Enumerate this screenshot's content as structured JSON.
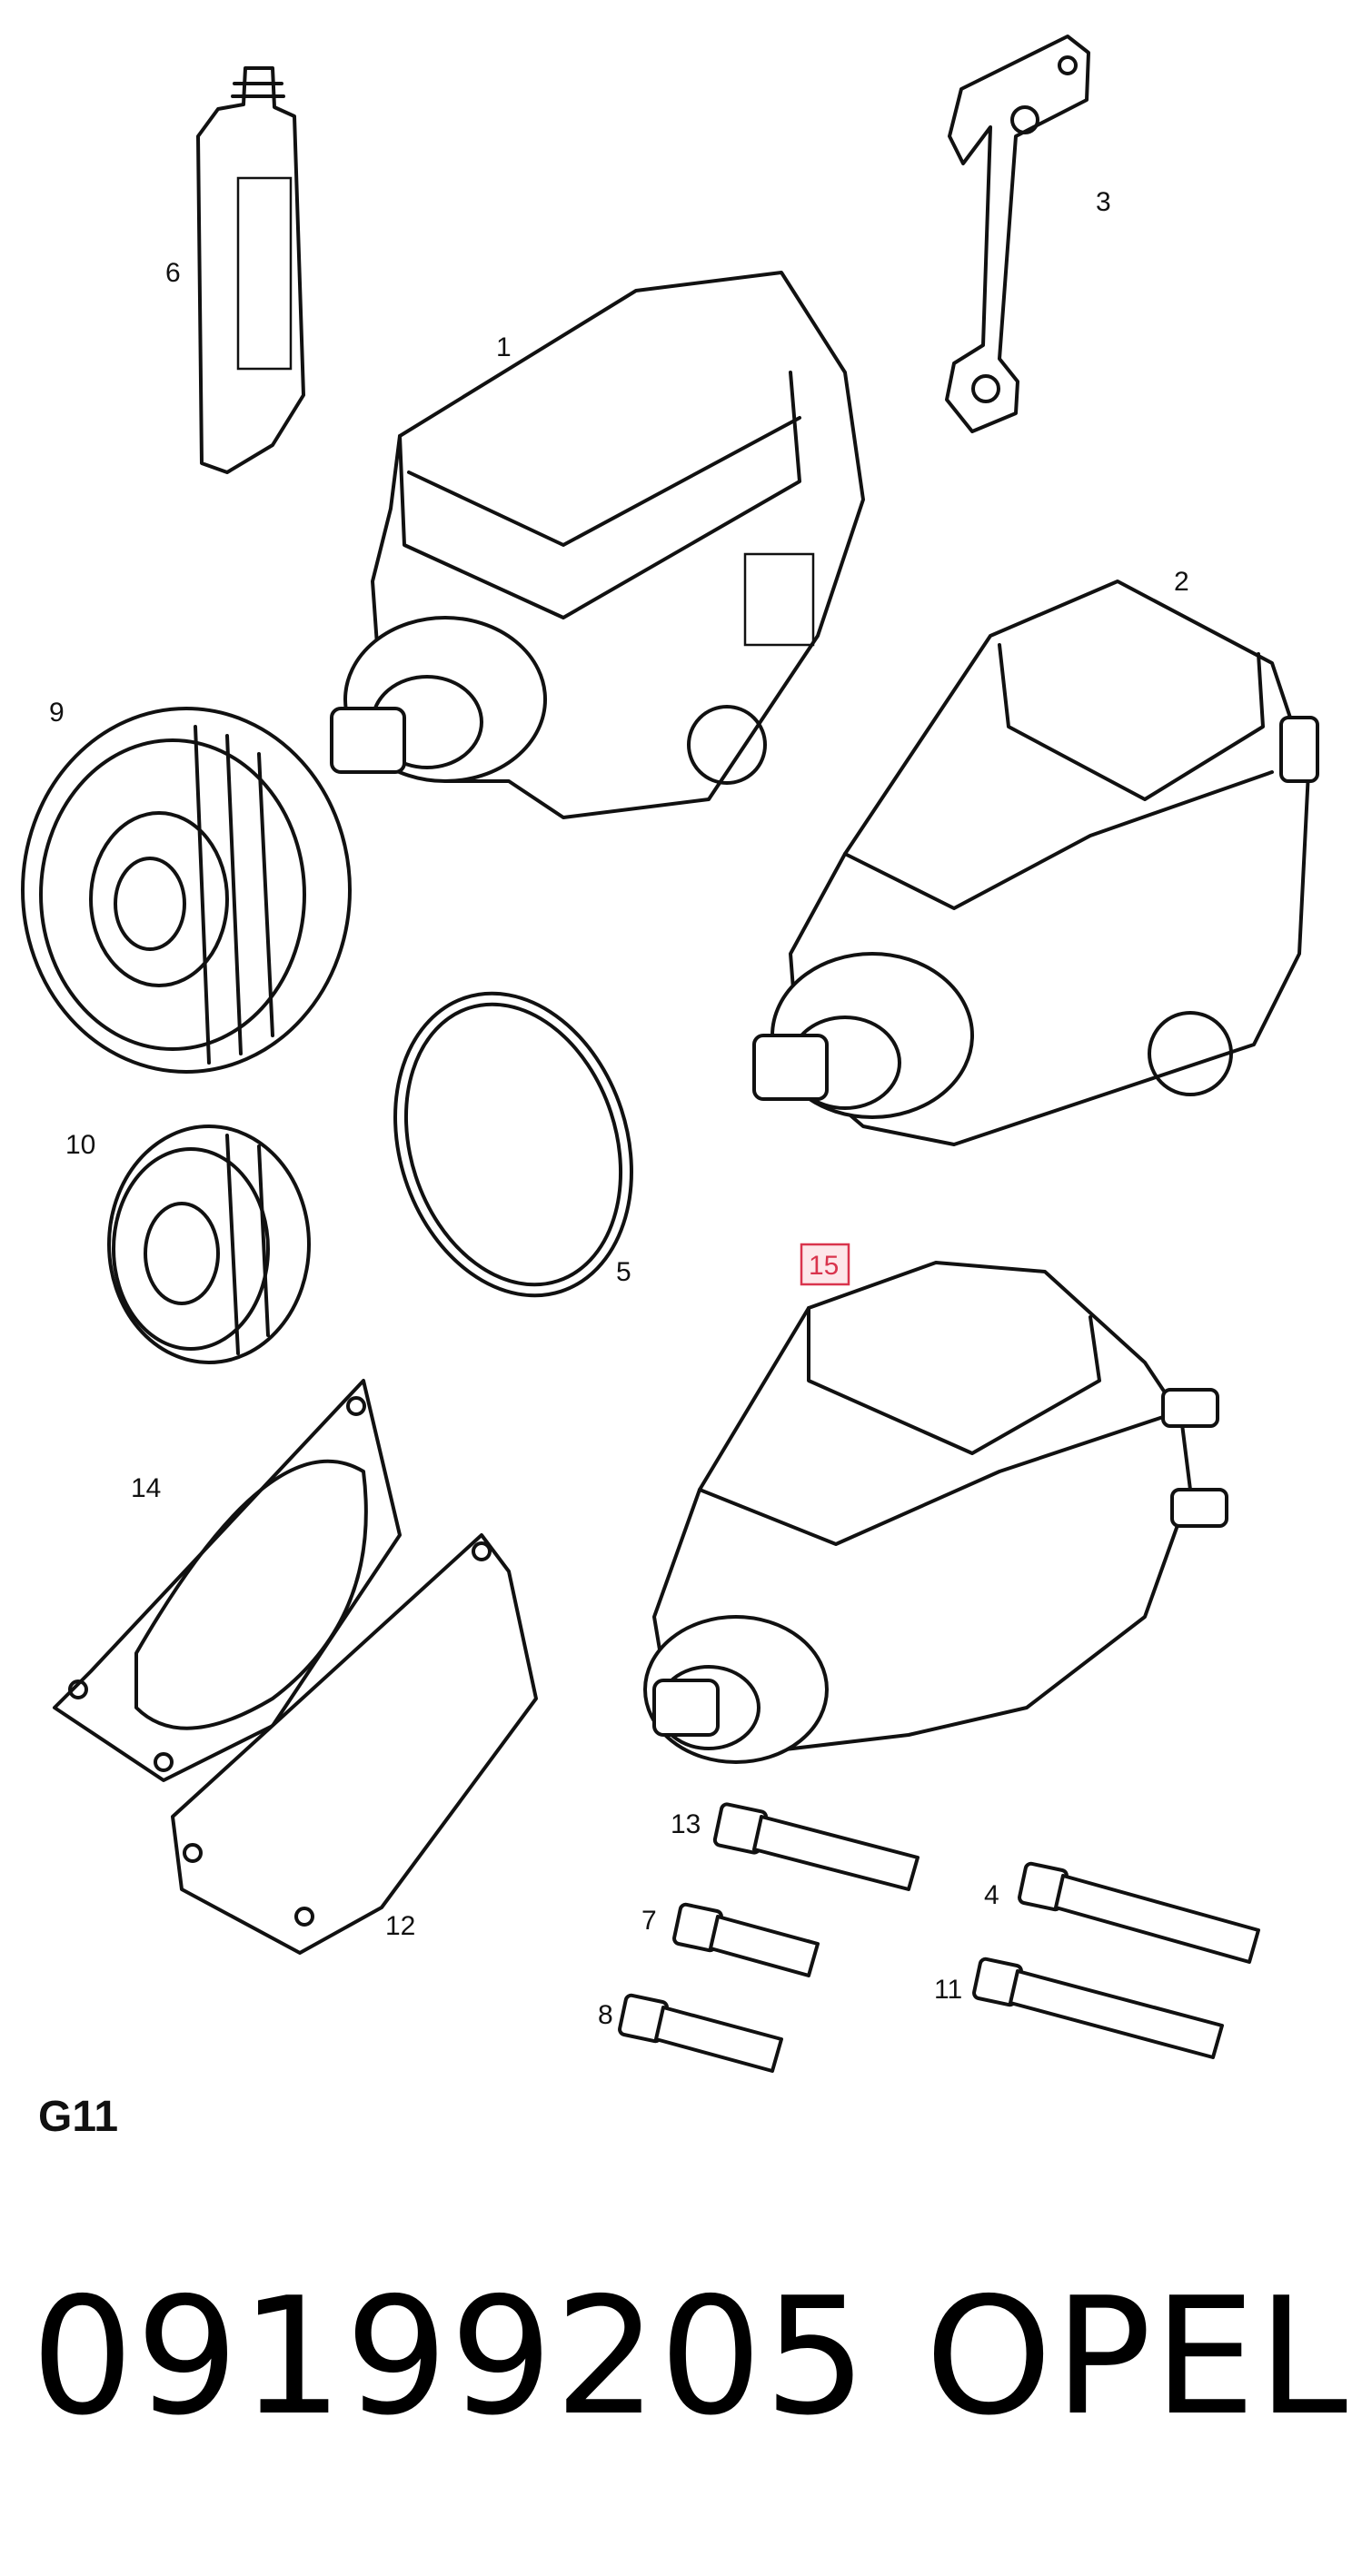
{
  "callouts": {
    "c1": "1",
    "c2": "2",
    "c3": "3",
    "c4": "4",
    "c5": "5",
    "c6": "6",
    "c7": "7",
    "c8": "8",
    "c9": "9",
    "c10": "10",
    "c11": "11",
    "c12": "12",
    "c13": "13",
    "c14": "14",
    "c15": "15"
  },
  "highlighted_callout": "15",
  "section_code": "G11",
  "part_number": "09199205",
  "brand": "OPEL",
  "colors": {
    "highlight_border": "#d9344d",
    "highlight_fill": "#fde7ea",
    "ink": "#111111"
  }
}
